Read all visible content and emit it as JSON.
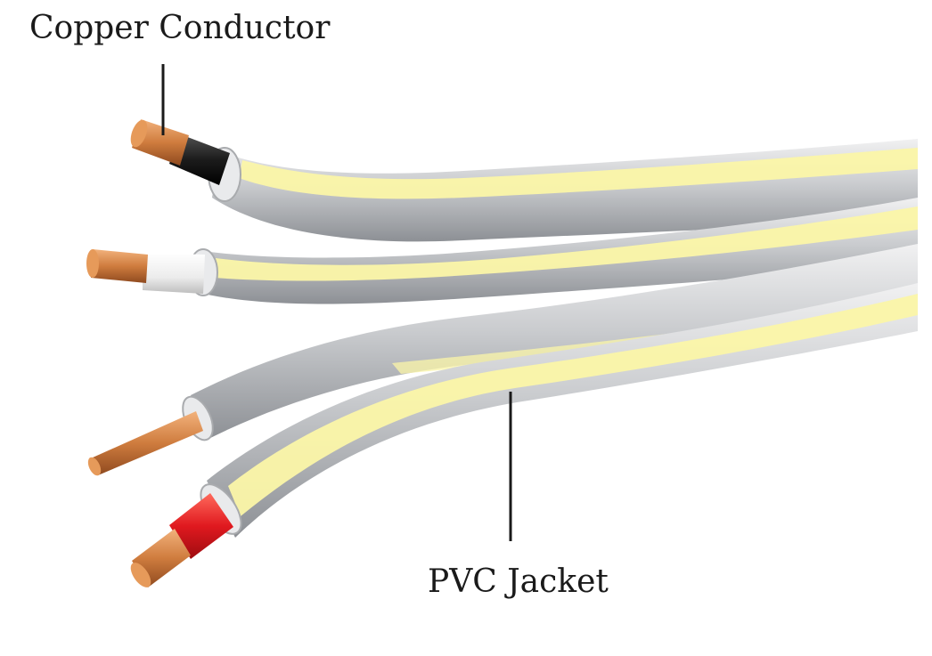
{
  "diagram": {
    "subject": "four-conductor PVC jacketed cable, stripped ends",
    "labels": {
      "copper_conductor": "Copper Conductor",
      "pvc_jacket": "PVC Jacket"
    },
    "conductors": [
      {
        "insulation_color": "black"
      },
      {
        "insulation_color": "white"
      },
      {
        "insulation_color": "none"
      },
      {
        "insulation_color": "red"
      }
    ],
    "colors": {
      "jacket": "#c7c9cc",
      "jacket_stripe": "#fbf6a8",
      "copper": "#d4864a",
      "black_insulation": "#1c1c1c",
      "white_insulation": "#f2f2f2",
      "red_insulation": "#e0191f",
      "leader_line": "#1a1a1a"
    }
  }
}
